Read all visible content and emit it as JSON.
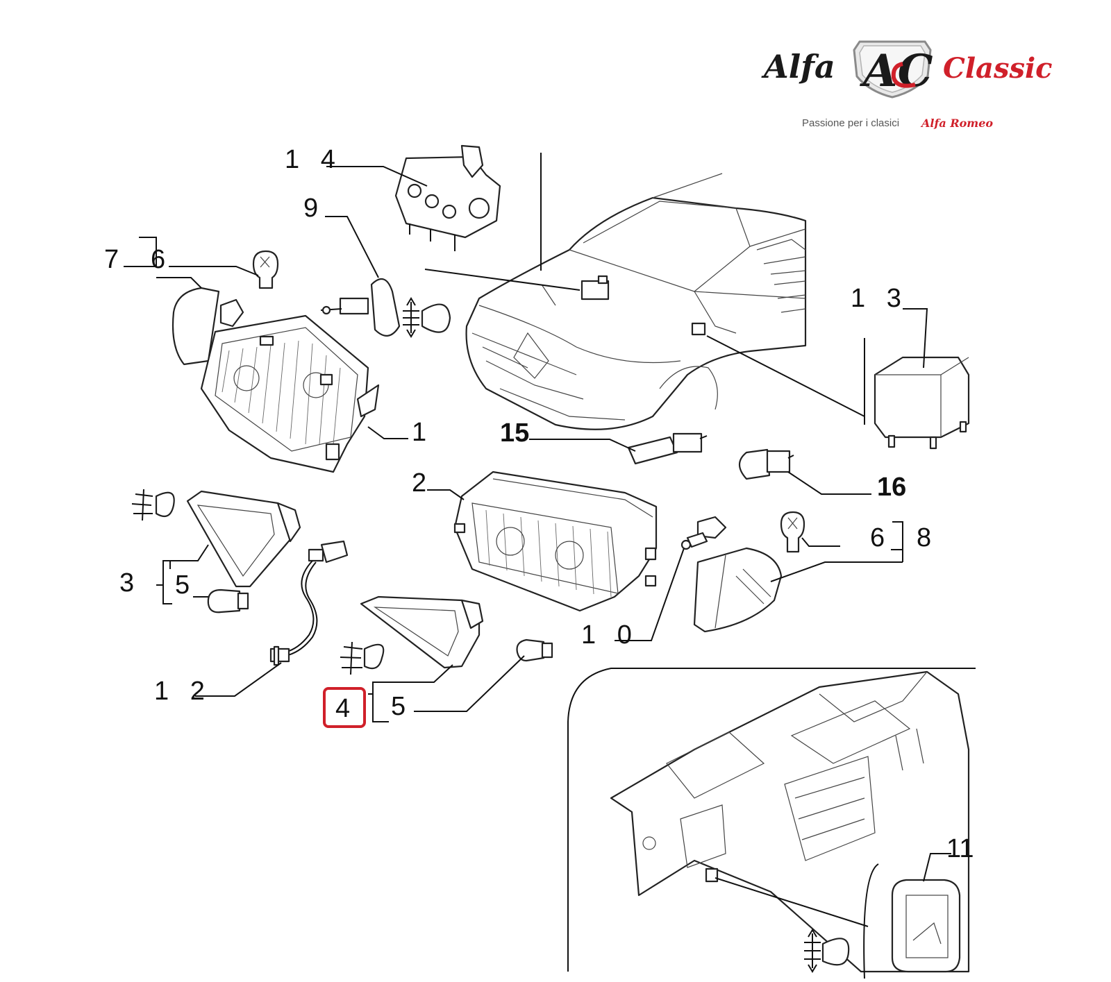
{
  "logo": {
    "word_left": "Alfa",
    "word_right": "Classic",
    "monogram": "AC",
    "tagline": "Passione per i clasici",
    "tagline_brand": "Alfa Romeo",
    "colors": {
      "dark": "#1a1a1a",
      "red": "#d0202a",
      "grey": "#8a8a8a"
    }
  },
  "callouts": {
    "c1": "1",
    "c2": "2",
    "c3": "3",
    "c4": "4",
    "c5a": "5",
    "c5b": "5",
    "c6a": "6",
    "c6b": "6",
    "c7": "7",
    "c8": "8",
    "c9": "9",
    "c10": "1 0",
    "c11": "11",
    "c12": "1 2",
    "c13": "1 3",
    "c14": "1 4",
    "c15": "15",
    "c16": "16"
  },
  "highlight": {
    "callout": "4",
    "color": "#d0202a"
  },
  "icons": [
    "headlamp-beam-adjust-icon",
    "fog-lamp-icon"
  ]
}
